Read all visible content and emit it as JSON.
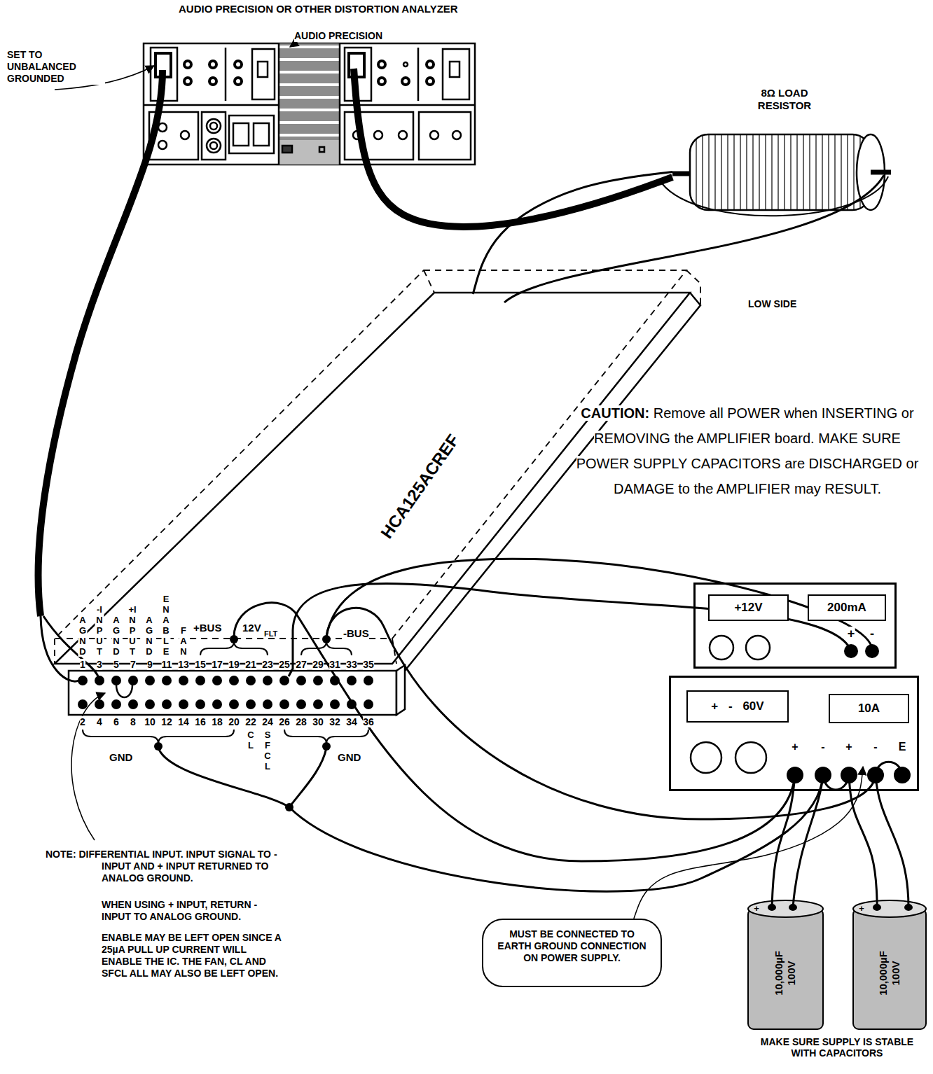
{
  "diagram": {
    "nodes": [
      {
        "text": [
          "AUDIO PRECISION OR OTHER DISTORTION ANALYZER",
          "AUDIO PRECISION"
        ]
      },
      {
        "text": [
          "8Ω LOAD RESISTOR"
        ]
      },
      {
        "text": [
          "HCA125ACREF"
        ]
      },
      {
        "text": [
          "+12V",
          "200mA"
        ]
      },
      {
        "text": [
          "+ - 60V",
          "10A"
        ]
      },
      {
        "text": [
          "MUST BE CONNECTED TO EARTH GROUND CONNECTION ON POWER SUPPLY."
        ]
      },
      {
        "text": [
          "10,000µF 100V"
        ]
      },
      {
        "text": [
          "10,000µF 100V"
        ]
      }
    ],
    "edges": [
      {
        "from": 0,
        "to": 1,
        "arrow": "none"
      },
      {
        "from": 2,
        "to": 1,
        "arrow": "none"
      },
      {
        "from": 6,
        "to": 4,
        "arrow": "none"
      },
      {
        "from": 7,
        "to": 4,
        "arrow": "none"
      },
      {
        "from": 5,
        "to": 4,
        "arrow": "to"
      }
    ],
    "labels": [
      "SET TO UNBALANCED GROUNDED",
      "LOW SIDE",
      "CAUTION:",
      "Remove all POWER when INSERTING or REMOVING the AMPLIFIER board. MAKE SURE POWER SUPPLY CAPACITORS are DISCHARGED or DAMAGE to the AMPLIFIER may RESULT.",
      "AGND",
      "-INPUT",
      "AGND",
      "+INPUT",
      "AGND",
      "ENABLE",
      "FAN",
      "+BUS",
      "12V",
      "FLT",
      "-BUS",
      "1",
      "3",
      "5",
      "7",
      "9",
      "11",
      "13",
      "15",
      "17",
      "19",
      "21",
      "23",
      "25",
      "27",
      "29",
      "31",
      "33",
      "35",
      "2",
      "4",
      "6",
      "8",
      "10",
      "12",
      "14",
      "16",
      "18",
      "20",
      "22",
      "24",
      "26",
      "28",
      "30",
      "32",
      "34",
      "36",
      "CL",
      "SFCL",
      "GND",
      "GND",
      "+",
      "-",
      "+",
      "-",
      "+",
      "-",
      "E",
      "+",
      "+",
      "NOTE: DIFFERENTIAL INPUT. INPUT SIGNAL TO - INPUT AND + INPUT RETURNED TO ANALOG GROUND.",
      "WHEN USING + INPUT, RETURN - INPUT TO ANALOG GROUND.",
      "ENABLE MAY BE LEFT OPEN SINCE A 25µA PULL UP CURRENT WILL ENABLE THE IC. THE FAN, CL AND SFCL ALL MAY ALSO BE LEFT OPEN.",
      "MAKE SURE SUPPLY IS STABLE WITH CAPACITORS"
    ]
  }
}
